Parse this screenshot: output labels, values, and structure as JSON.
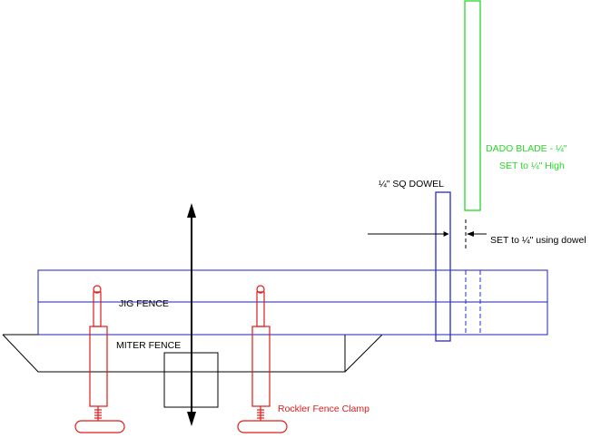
{
  "labels": {
    "jig_fence": "JIG FENCE",
    "miter_fence": "MITER FENCE",
    "dowel": "¼\" SQ DOWEL",
    "dado_line1": "DADO BLADE - ¼\"",
    "dado_line2": "SET to ¼\" High",
    "set_dimension": "SET to ¼\" using dowel",
    "clamp": "Rockler Fence Clamp"
  },
  "colors": {
    "jig_fence": "#1f1fbf",
    "dowel": "#2a2acc",
    "dado_blade": "#27d827",
    "clamp": "#e01b1b",
    "outline": "#000000"
  }
}
